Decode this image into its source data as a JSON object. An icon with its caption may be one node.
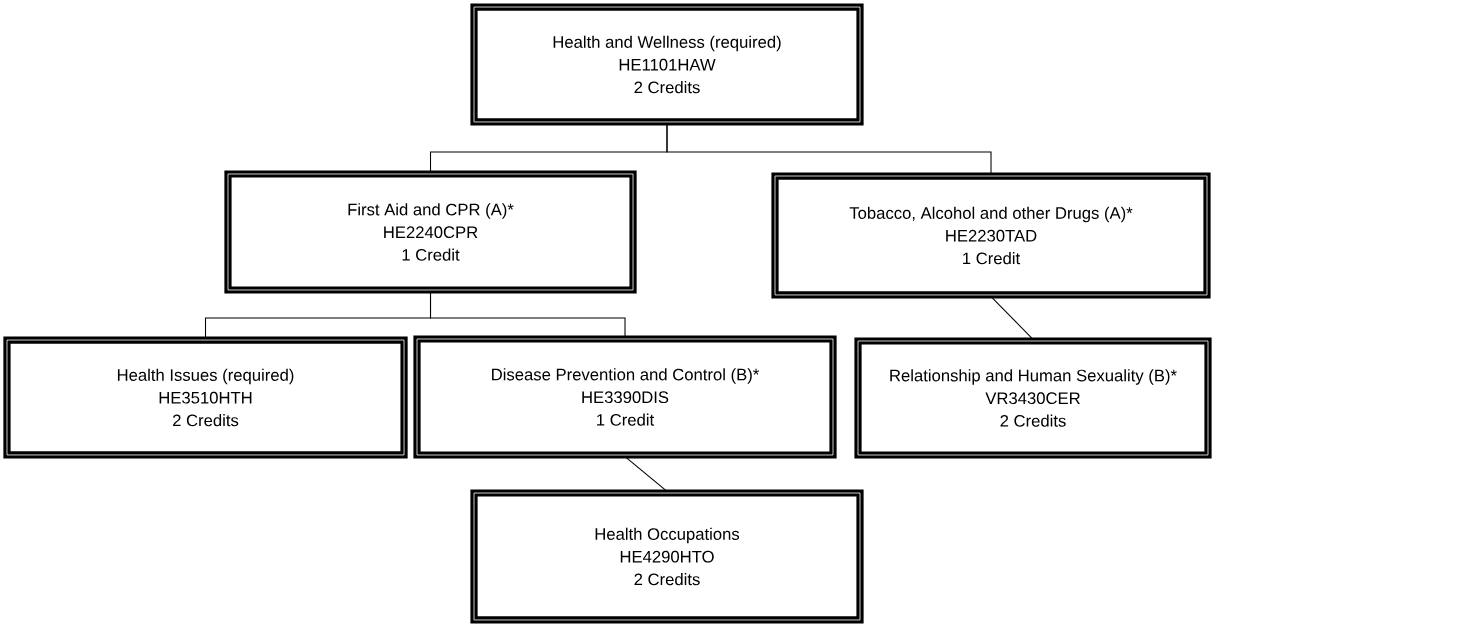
{
  "diagram": {
    "nodes": [
      {
        "text": [
          "Health and Wellness (required)",
          "HE1101HAW",
          "2 Credits"
        ]
      },
      {
        "text": [
          "First Aid and CPR (A)*",
          "HE2240CPR",
          "1 Credit"
        ]
      },
      {
        "text": [
          "Tobacco, Alcohol and other Drugs (A)*",
          "HE2230TAD",
          "1 Credit"
        ]
      },
      {
        "text": [
          "Health Issues (required)",
          "HE3510HTH",
          "2 Credits"
        ]
      },
      {
        "text": [
          "Disease Prevention and Control (B)*",
          "HE3390DIS",
          "1 Credit"
        ]
      },
      {
        "text": [
          "Relationship and Human Sexuality (B)*",
          "VR3430CER",
          "2 Credits"
        ]
      },
      {
        "text": [
          "Health Occupations",
          "HE4290HTO",
          "2 Credits"
        ]
      }
    ],
    "edges": [
      {
        "from": 0,
        "to": 1,
        "arrow": "none"
      },
      {
        "from": 0,
        "to": 2,
        "arrow": "none"
      },
      {
        "from": 1,
        "to": 3,
        "arrow": "none"
      },
      {
        "from": 1,
        "to": 4,
        "arrow": "none"
      },
      {
        "from": 2,
        "to": 5,
        "arrow": "none"
      },
      {
        "from": 4,
        "to": 6,
        "arrow": "none"
      }
    ]
  }
}
